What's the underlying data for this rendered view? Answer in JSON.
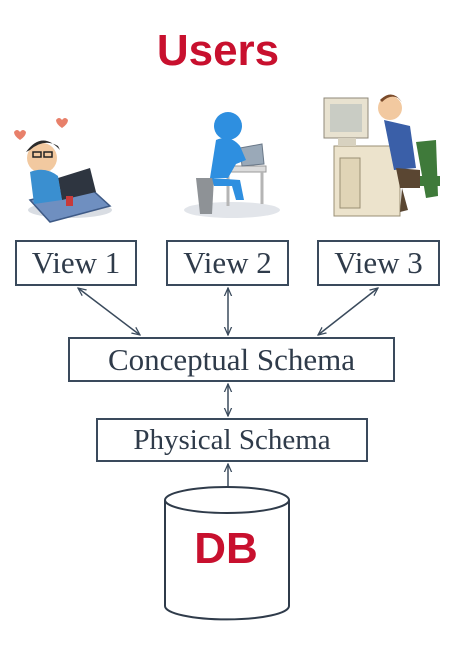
{
  "title": "Users",
  "views": [
    {
      "label": "View 1"
    },
    {
      "label": "View 2"
    },
    {
      "label": "View 3"
    }
  ],
  "conceptual_schema": "Conceptual Schema",
  "physical_schema": "Physical Schema",
  "database": {
    "label": "DB",
    "icon": "database-cylinder-icon"
  },
  "users": [
    {
      "icon": "user-with-laptop-icon"
    },
    {
      "icon": "user-at-desk-icon"
    },
    {
      "icon": "user-at-computer-icon"
    }
  ],
  "colors": {
    "accent": "#c8102e",
    "box_border": "#3a4a5c",
    "text": "#2f3b4a",
    "arrow": "#3a4a5c"
  }
}
